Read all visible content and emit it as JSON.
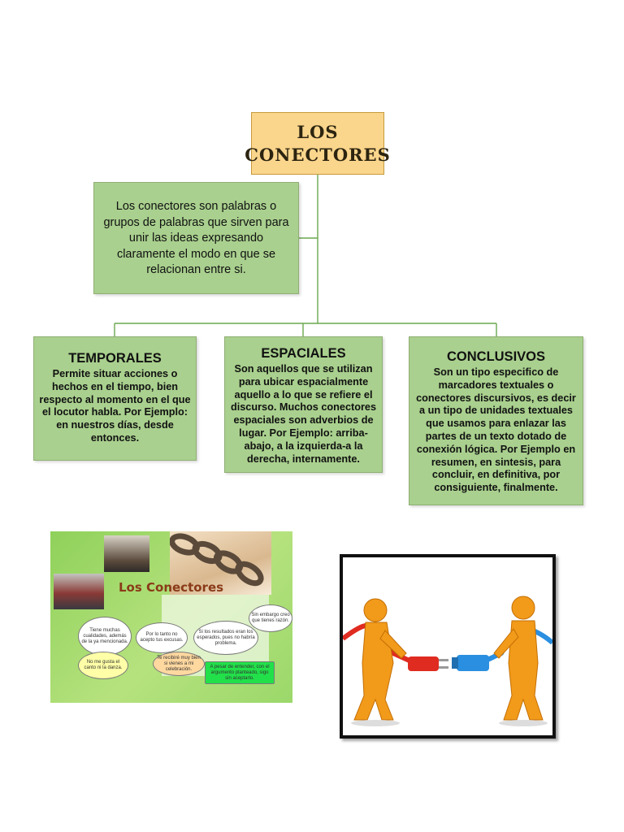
{
  "diagram": {
    "title": "LOS CONECTORES",
    "title_line1": "LOS",
    "title_line2": "CONECTORES",
    "definition": "Los conectores son palabras o grupos de palabras que sirven para unir las ideas expresando claramente el modo en que se relacionan entre si.",
    "categories": [
      {
        "title": "TEMPORALES",
        "text": "Permite situar acciones o hechos en el tiempo, bien respecto al momento en el que el locutor habla. Por Ejemplo: en nuestros días, desde entonces."
      },
      {
        "title": "ESPACIALES",
        "text": "Son aquellos que se utilizan para ubicar espacialmente aquello a lo que se refiere el discurso. Muchos conectores espaciales son adverbios de lugar. Por Ejemplo: arriba-abajo, a la izquierda-a la derecha, internamente."
      },
      {
        "title": "CONCLUSIVOS",
        "text": "Son un tipo especifico de marcadores textuales o conectores discursivos, es decir a un tipo de unidades textuales que usamos para enlazar las partes de un texto dotado de conexión lógica. Por Ejemplo en resumen, en sintesis, para concluir, en definitiva, por consiguiente, finalmente."
      }
    ]
  },
  "collage": {
    "title": "Los Conectores",
    "bubbles": [
      "Tiene muchas cualidades, además de la ya mencionada.",
      "Por lo tanto no acepto tus excusas.",
      "Si los resultados eran los esperados, pues no habría problema.",
      "Sin embargo creo que tienes razón.",
      "No me gusta el canto ni la danza.",
      "Te recibiré muy bien si vienes a mi celebración.",
      "A pesar de entender, con el argumento planteado, sigo sin aceptarlo."
    ]
  },
  "colors": {
    "title_fill": "#fad58c",
    "box_fill": "#a9d08e",
    "connector_line": "#6aa84f",
    "figure_orange": "#f29a1a",
    "plug_red": "#e02b20",
    "plug_blue": "#2a8fe0"
  },
  "icons": {
    "collage": "connectors-collage-image",
    "figures": "people-connecting-plugs-image"
  }
}
